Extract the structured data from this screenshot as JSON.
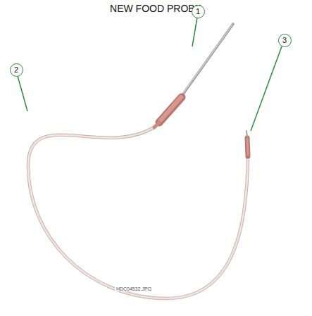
{
  "diagram": {
    "title": "NEW FOOD PROBE",
    "nodes": [
      {
        "text": [
          "1"
        ]
      },
      {
        "text": [
          "2"
        ]
      },
      {
        "text": [
          "3"
        ]
      }
    ],
    "labels": [
      "HDC04532.JPG"
    ]
  }
}
